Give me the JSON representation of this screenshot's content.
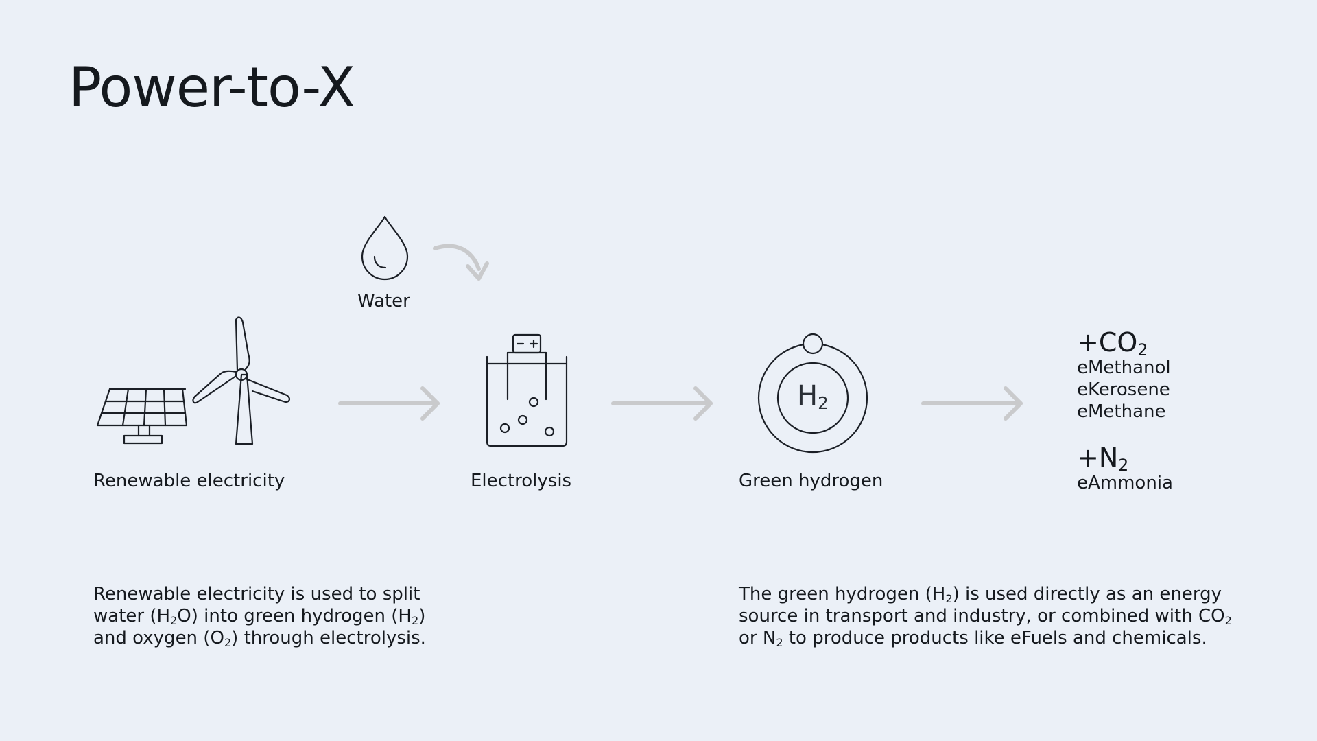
{
  "title": "Power-to-X",
  "colors": {
    "background": "#ebf0f7",
    "text": "#15191e",
    "arrow": "#c9cacc",
    "icon_stroke": "#1b1f26"
  },
  "steps": {
    "water": {
      "label": "Water",
      "icon": "water-drop-icon"
    },
    "renewable": {
      "label": "Renewable electricity",
      "icon": "solar-panel-and-wind-turbine-icon"
    },
    "electrolysis": {
      "label": "Electrolysis",
      "icon": "electrolysis-cell-icon"
    },
    "hydrogen": {
      "label": "Green hydrogen",
      "icon": "hydrogen-atom-icon",
      "symbol": "H",
      "symbol_sub": "2"
    }
  },
  "products": {
    "co2": {
      "plus": "+CO",
      "sub": "2",
      "items": [
        "eMethanol",
        "eKerosene",
        "eMethane"
      ]
    },
    "n2": {
      "plus": "+N",
      "sub": "2",
      "items": [
        "eAmmonia"
      ]
    }
  },
  "desc_left": {
    "l1": "Renewable electricity is used to split",
    "l2a": "water (H",
    "l2b": "2",
    "l2c": "O) into green hydrogen (H",
    "l2d": "2",
    "l2e": ")",
    "l3a": "and oxygen (O",
    "l3b": "2",
    "l3c": ") through electrolysis."
  },
  "desc_right": {
    "l1a": "The green hydrogen (H",
    "l1b": "2",
    "l1c": ") is used directly as an energy",
    "l2a": "source in transport and industry, or combined with CO",
    "l2b": "2",
    "l3a": "or N",
    "l3b": "2",
    "l3c": " to produce products like eFuels and chemicals."
  }
}
